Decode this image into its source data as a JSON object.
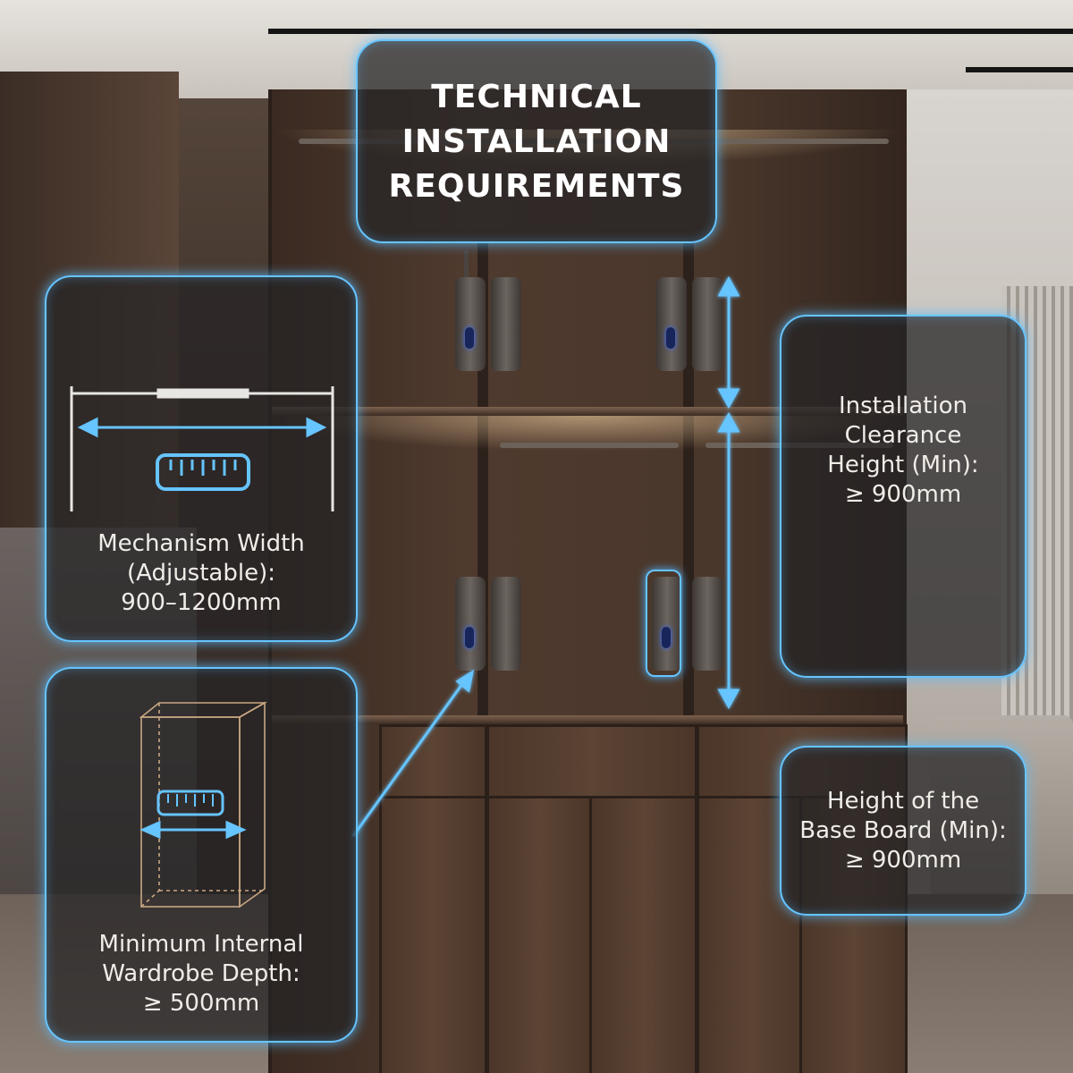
{
  "header": {
    "title": "TECHNICAL\nINSTALLATION\nREQUIREMENTS"
  },
  "specs": {
    "mechanism_width": {
      "label": "Mechanism Width\n(Adjustable):\n900–1200mm",
      "icon": "ruler-icon"
    },
    "clearance_height": {
      "label": "Installation\nClearance\nHeight (Min):\n≥ 900mm",
      "icon": "vertical-arrow-icon"
    },
    "base_board_height": {
      "label": "Height of the\nBase Board (Min):\n≥ 900mm"
    },
    "wardrobe_depth": {
      "label": "Minimum Internal\nWardrobe Depth:\n≥ 500mm",
      "icon": "cabinet-depth-icon"
    }
  },
  "colors": {
    "accent": "#66c4ff",
    "panel_bg": "#262426",
    "text": "#f0ede8"
  }
}
